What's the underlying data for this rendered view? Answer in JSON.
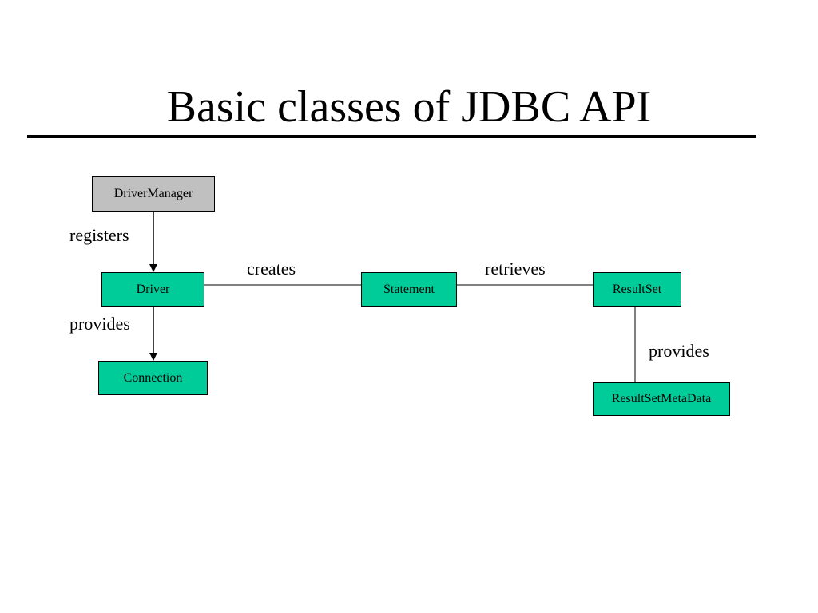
{
  "slide": {
    "title": "Basic classes of JDBC API"
  },
  "colors": {
    "class_box_fill": "#00CC99",
    "manager_box_fill": "#C0C0C0",
    "line": "#000000"
  },
  "diagram": {
    "nodes": {
      "driver_manager": "DriverManager",
      "driver": "Driver",
      "connection": "Connection",
      "statement": "Statement",
      "result_set": "ResultSet",
      "result_set_metadata": "ResultSetMetaData"
    },
    "edges": {
      "registers": "registers",
      "provides_connection": "provides",
      "creates": "creates",
      "retrieves": "retrieves",
      "provides_metadata": "provides"
    }
  }
}
